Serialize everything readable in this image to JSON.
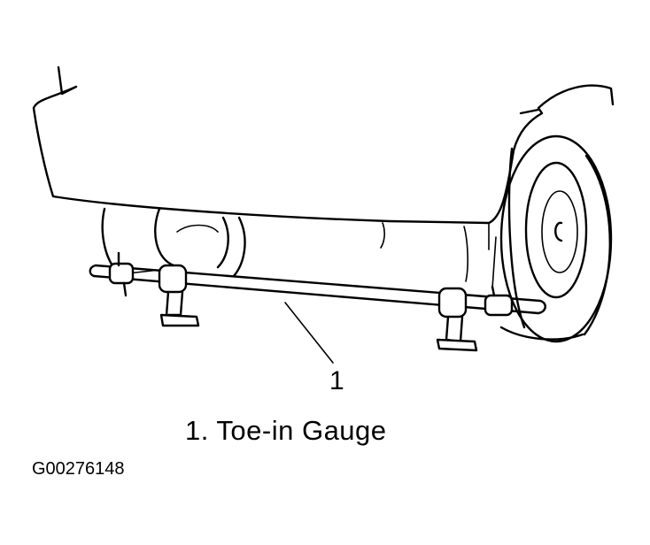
{
  "callout": {
    "number": "1"
  },
  "caption": "1.  Toe-in  Gauge",
  "figure_id": "G00276148",
  "colors": {
    "ink": "#000000",
    "paper": "#ffffff"
  }
}
